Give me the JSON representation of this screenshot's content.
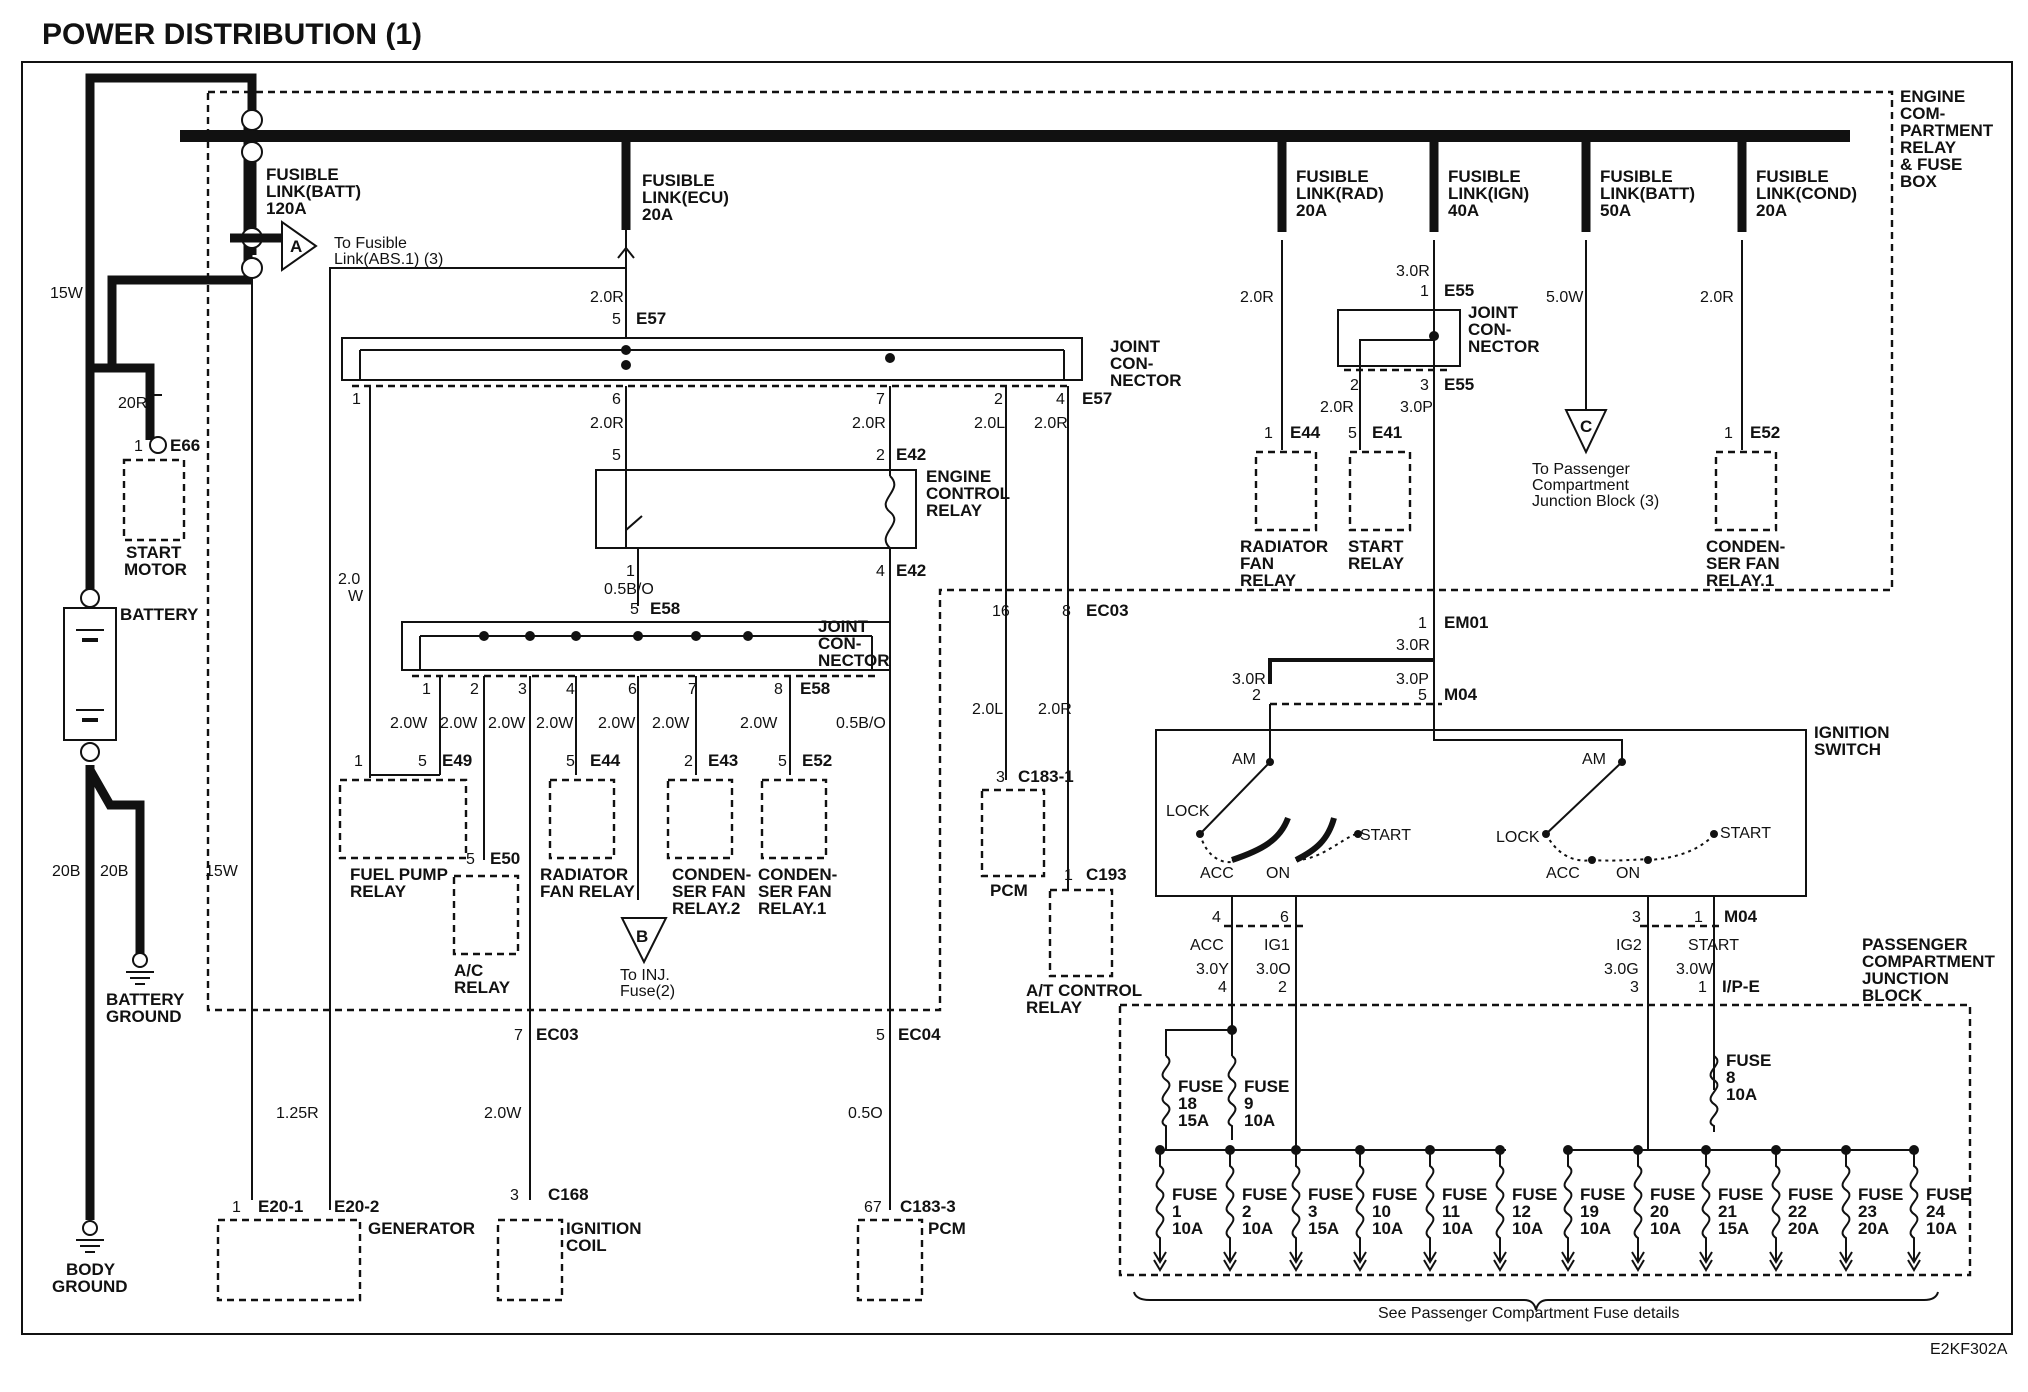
{
  "title": "POWER DISTRIBUTION (1)",
  "figure_code": "E2KF302A",
  "engine_box_label": [
    "ENGINE",
    "COM-",
    "PARTMENT",
    "RELAY",
    "& FUSE",
    "BOX"
  ],
  "pass_box_label": [
    "PASSENGER",
    "COMPARTMENT",
    "JUNCTION",
    "BLOCK"
  ],
  "fusible_links": [
    {
      "lines": [
        "FUSIBLE",
        "LINK(BATT)",
        "120A"
      ]
    },
    {
      "lines": [
        "FUSIBLE",
        "LINK(ECU)",
        "20A"
      ]
    },
    {
      "lines": [
        "FUSIBLE",
        "LINK(RAD)",
        "20A"
      ]
    },
    {
      "lines": [
        "FUSIBLE",
        "LINK(IGN)",
        "40A"
      ]
    },
    {
      "lines": [
        "FUSIBLE",
        "LINK(BATT)",
        "50A"
      ]
    },
    {
      "lines": [
        "FUSIBLE",
        "LINK(COND)",
        "20A"
      ]
    }
  ],
  "wire_labels": {
    "w15w_a": "15W",
    "w15w_b": "15W",
    "w20r": "20R",
    "w20b_a": "20B",
    "w20b_b": "20B",
    "w2_0r_ecu": "2.0R",
    "w2_0w_a": "2.0",
    "w2_0w_b": "W",
    "w125r": "1.25R",
    "rad": "2.0R",
    "ign": "3.0R",
    "batt50": "5.0W",
    "cond": "2.0R",
    "e55a": "2.0R",
    "e55b": "3.0P",
    "e57_6": "2.0R",
    "e57_7": "2.0R",
    "e57_2": "2.0L",
    "e57_4": "2.0R",
    "e58_1": "2.0W",
    "e58_2": "2.0W",
    "e58_3": "2.0W",
    "e58_4": "2.0W",
    "e58_6": "2.0W",
    "e58_7": "2.0W",
    "e58_8": "2.0W",
    "e58_x": "0.5B/O",
    "ec03_16": "2.0L",
    "ec03_8": "2.0R",
    "ec03_7": "2.0W",
    "ec04_5": "0.5O",
    "em01": "3.0R",
    "m04_2": "3.0R",
    "m04_5": "3.0P",
    "acc": "3.0Y",
    "ig1": "3.0O",
    "ig2": "3.0G",
    "start": "3.0W",
    "x_w": "W"
  },
  "connectors": {
    "e57": "E57",
    "e57b": "E57",
    "e42a": "E42",
    "e42b": "E42",
    "e58": "E58",
    "e58b": "E58",
    "e49": "E49",
    "e44a": "E44",
    "e43": "E43",
    "e52a": "E52",
    "e50": "E50",
    "e66": "E66",
    "ec03a": "EC03",
    "ec03b": "EC03",
    "ec04": "EC04",
    "c183_1": "C183-1",
    "c193": "C193",
    "c168": "C168",
    "c183_3": "C183-3",
    "e20_1": "E20-1",
    "e20_2": "E20-2",
    "e44b": "E44",
    "e41": "E41",
    "e55a": "E55",
    "e55b": "E55",
    "e52b": "E52",
    "em01": "EM01",
    "m04a": "M04",
    "m04b": "M04",
    "ipe": "I/P-E"
  },
  "components": {
    "start_motor": [
      "START",
      "MOTOR"
    ],
    "battery": "BATTERY",
    "battery_ground": [
      "BATTERY",
      "GROUND"
    ],
    "body_ground": [
      "BODY",
      "GROUND"
    ],
    "generator": "GENERATOR",
    "ignition_coil": [
      "IGNITION",
      "COIL"
    ],
    "pcm_a": "PCM",
    "pcm_b": "PCM",
    "at_relay": [
      "A/T CONTROL",
      "RELAY"
    ],
    "fuel_pump": [
      "FUEL PUMP",
      "RELAY"
    ],
    "ac_relay": [
      "A/C",
      "RELAY"
    ],
    "rad_fan_a": [
      "RADIATOR",
      "FAN RELAY"
    ],
    "cond_fan2": [
      "CONDEN-",
      "SER FAN",
      "RELAY.2"
    ],
    "cond_fan1a": [
      "CONDEN-",
      "SER FAN",
      "RELAY.1"
    ],
    "ecr": [
      "ENGINE",
      "CONTROL",
      "RELAY"
    ],
    "joint1": [
      "JOINT",
      "CON-",
      "NECTOR"
    ],
    "joint2": [
      "JOINT",
      "CON-",
      "NECTOR"
    ],
    "joint3": [
      "JOINT",
      "CON-",
      "NECTOR"
    ],
    "rad_fan_b": [
      "RADIATOR",
      "FAN",
      "RELAY"
    ],
    "start_relay": [
      "START",
      "RELAY"
    ],
    "cond_fan1b": [
      "CONDEN-",
      "SER FAN",
      "RELAY.1"
    ],
    "ign_switch": [
      "IGNITION",
      "SWITCH"
    ]
  },
  "arrows": {
    "a": {
      "letter": "A",
      "text": [
        "To Fusible",
        "Link(ABS.1) (3)"
      ]
    },
    "b": {
      "letter": "B",
      "text": [
        "To INJ.",
        "Fuse(2)"
      ]
    },
    "c": {
      "letter": "C",
      "text": [
        "To Passenger",
        "Compartment",
        "Junction Block (3)"
      ]
    }
  },
  "switch": {
    "am_a": "AM",
    "am_b": "AM",
    "lock_a": "LOCK",
    "lock_b": "LOCK",
    "acc_a": "ACC",
    "acc_b": "ACC",
    "on_a": "ON",
    "on_b": "ON",
    "start_a": "START",
    "start_b": "START",
    "out_acc": "ACC",
    "out_ig1": "IG1",
    "out_ig2": "IG2",
    "out_start": "START"
  },
  "fuses_top": [
    {
      "name": "FUSE",
      "num": "18",
      "amp": "15A"
    },
    {
      "name": "FUSE",
      "num": "9",
      "amp": "10A"
    },
    {
      "name": "FUSE",
      "num": "8",
      "amp": "10A"
    }
  ],
  "fuses_bottom": [
    {
      "name": "FUSE",
      "num": "1",
      "amp": "10A"
    },
    {
      "name": "FUSE",
      "num": "2",
      "amp": "10A"
    },
    {
      "name": "FUSE",
      "num": "3",
      "amp": "15A"
    },
    {
      "name": "FUSE",
      "num": "10",
      "amp": "10A"
    },
    {
      "name": "FUSE",
      "num": "11",
      "amp": "10A"
    },
    {
      "name": "FUSE",
      "num": "12",
      "amp": "10A"
    },
    {
      "name": "FUSE",
      "num": "19",
      "amp": "10A"
    },
    {
      "name": "FUSE",
      "num": "20",
      "amp": "10A"
    },
    {
      "name": "FUSE",
      "num": "21",
      "amp": "15A"
    },
    {
      "name": "FUSE",
      "num": "22",
      "amp": "20A"
    },
    {
      "name": "FUSE",
      "num": "23",
      "amp": "20A"
    },
    {
      "name": "FUSE",
      "num": "24",
      "amp": "10A"
    }
  ],
  "footnote": "See Passenger Compartment Fuse details",
  "pins": {
    "p1": "1",
    "p2": "2",
    "p3": "3",
    "p4": "4",
    "p5": "5",
    "p6": "6",
    "p7": "7",
    "p8": "8",
    "p16": "16",
    "p67": "67"
  }
}
